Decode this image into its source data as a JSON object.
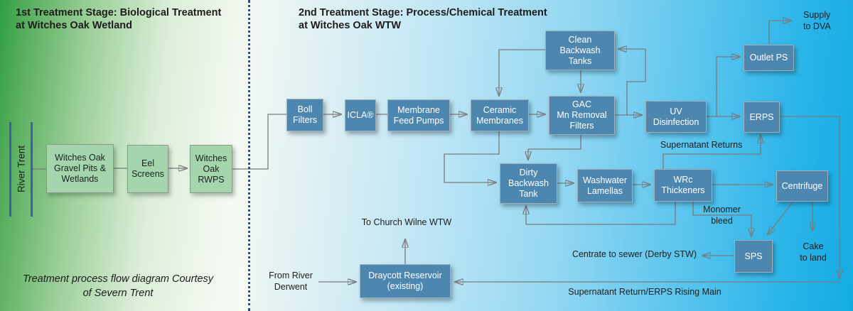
{
  "titles": {
    "stage1": "1st Treatment Stage: Biological Treatment\nat Witches Oak Wetland",
    "stage2": "2nd Treatment Stage: Process/Chemical Treatment\nat Witches Oak WTW"
  },
  "credit": "Treatment process flow diagram\nCourtesy of Severn Trent",
  "river": {
    "label": "River Trent"
  },
  "nodes": {
    "gravel_pits": {
      "label": "Witches Oak\nGravel Pits &\nWetlands"
    },
    "eel_screens": {
      "label": "Eel\nScreens"
    },
    "rwps": {
      "label": "Witches\nOak\nRWPS"
    },
    "boll_filters": {
      "label": "Boll\nFilters"
    },
    "icla": {
      "label": "ICLA®"
    },
    "membrane_feed_pumps": {
      "label": "Membrane\nFeed Pumps"
    },
    "ceramic_membranes": {
      "label": "Ceramic\nMembranes"
    },
    "clean_backwash_tanks": {
      "label": "Clean\nBackwash\nTanks"
    },
    "gac_filters": {
      "label": "GAC\nMn Removal\nFilters"
    },
    "uv_disinfection": {
      "label": "UV\nDisinfection"
    },
    "outlet_ps": {
      "label": "Outlet PS"
    },
    "erps": {
      "label": "ERPS"
    },
    "dirty_backwash_tank": {
      "label": "Dirty\nBackwash\nTank"
    },
    "washwater_lamellas": {
      "label": "Washwater\nLamellas"
    },
    "wrc_thickeners": {
      "label": "WRc\nThickeners"
    },
    "centrifuge": {
      "label": "Centrifuge"
    },
    "sps": {
      "label": "SPS"
    },
    "draycott": {
      "label": "Draycott Reservoir\n(existing)"
    }
  },
  "annotations": {
    "supply_dva": "Supply\nto DVA",
    "supernatant_returns": "Supernatant Returns",
    "monomer_bleed": "Monomer\nbleed",
    "cake_to_land": "Cake\nto land",
    "centrate_sewer": "Centrate to sewer (Derby STW)",
    "rising_main": "Supernatant Return/ERPS Rising Main",
    "church_wilne": "To Church Wilne WTW",
    "river_derwent": "From River\nDerwent"
  },
  "colors": {
    "node_blue": "#4d87b0",
    "node_green": "#a5d5ad",
    "connector_gray": "#7a7b7c",
    "divider_navy": "#1d4f9e",
    "river_line_blue": "#3c5fa6",
    "text_dark": "#1d1d1b"
  },
  "edges": [
    "River Trent → Witches Oak Gravel Pits & Wetlands",
    "Witches Oak Gravel Pits & Wetlands → Eel Screens",
    "Eel Screens → Witches Oak RWPS",
    "Witches Oak RWPS → Boll Filters",
    "Boll Filters → ICLA®",
    "ICLA® → Membrane Feed Pumps",
    "Membrane Feed Pumps → Ceramic Membranes",
    "Ceramic Membranes → GAC Mn Removal Filters",
    "GAC Mn Removal Filters → UV Disinfection",
    "UV Disinfection → Outlet PS",
    "UV Disinfection → ERPS",
    "Outlet PS → Supply to DVA",
    "GAC outlet line → Clean Backwash Tanks",
    "Clean Backwash Tanks → Ceramic Membranes",
    "Clean Backwash Tanks → GAC Mn Removal Filters",
    "Ceramic Membranes → Dirty Backwash Tank",
    "GAC Mn Removal Filters → Dirty Backwash Tank",
    "Dirty Backwash Tank → Washwater Lamellas",
    "Washwater Lamellas → WRc Thickeners",
    "WRc Thickeners → Centrifuge",
    "WRc Thickeners → Dirty Backwash Tank",
    "WRc Thickeners → ERPS (Supernatant Returns)",
    "WRc Thickeners → SPS (Monomer bleed)",
    "Centrifuge → SPS",
    "Centrifuge → Cake to land",
    "SPS → Centrate to sewer (Derby STW)",
    "ERPS → Draycott Reservoir (Supernatant Return/ERPS Rising Main)",
    "From River Derwent → Draycott Reservoir",
    "Draycott Reservoir → To Church Wilne WTW"
  ]
}
